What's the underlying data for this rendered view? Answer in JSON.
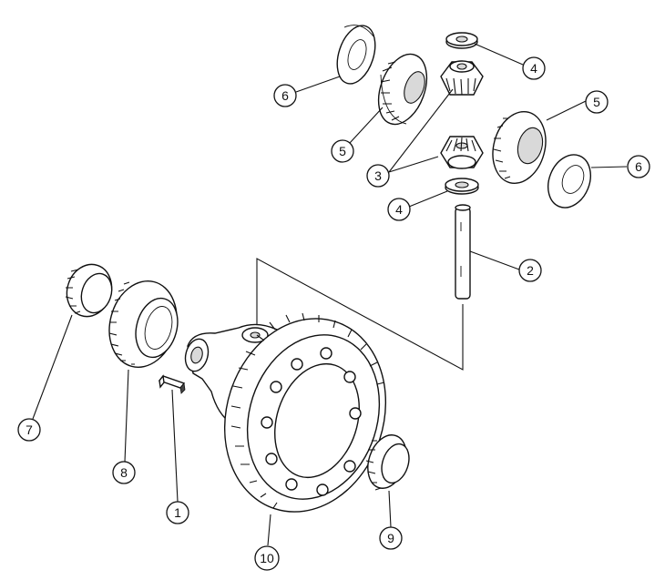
{
  "diagram": {
    "callouts": [
      {
        "id": "c1",
        "label": "1"
      },
      {
        "id": "c2",
        "label": "2"
      },
      {
        "id": "c3",
        "label": "3"
      },
      {
        "id": "c4a",
        "label": "4"
      },
      {
        "id": "c4b",
        "label": "4"
      },
      {
        "id": "c5a",
        "label": "5"
      },
      {
        "id": "c5b",
        "label": "5"
      },
      {
        "id": "c6a",
        "label": "6"
      },
      {
        "id": "c6b",
        "label": "6"
      },
      {
        "id": "c7",
        "label": "7"
      },
      {
        "id": "c8",
        "label": "8"
      },
      {
        "id": "c9",
        "label": "9"
      },
      {
        "id": "c10",
        "label": "10"
      }
    ],
    "colors": {
      "line": "#111111",
      "background": "#ffffff",
      "shade": "#d9d9d9"
    }
  }
}
